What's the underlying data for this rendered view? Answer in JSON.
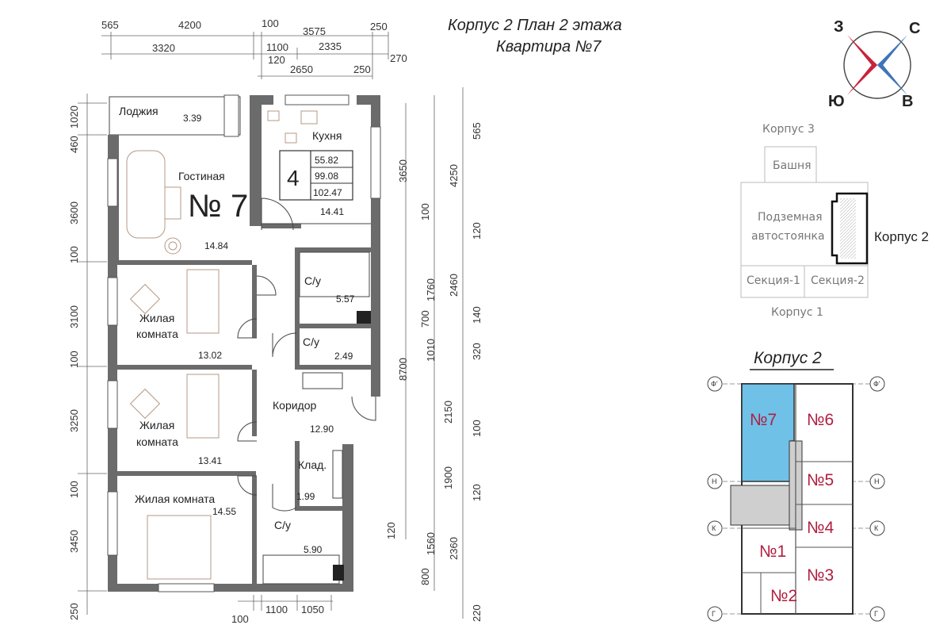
{
  "header": {
    "title_line1": "Корпус 2   План 2 этажа",
    "title_line2": "Квартира №7"
  },
  "apartment": {
    "number_label": "№ 7",
    "rooms_count": "4",
    "areas": [
      "55.82",
      "99.08",
      "102.47"
    ]
  },
  "rooms": {
    "loggia": {
      "name": "Лоджия",
      "area": "3.39"
    },
    "kitchen": {
      "name": "Кухня",
      "area": "14.41"
    },
    "living": {
      "name": "Гостиная",
      "area": "14.84"
    },
    "bath1": {
      "name": "С/у",
      "area": "5.57"
    },
    "bath2": {
      "name": "С/у",
      "area": "2.49"
    },
    "bedroom1": {
      "name_line1": "Жилая",
      "name_line2": "комната",
      "area": "13.02"
    },
    "bedroom2": {
      "name_line1": "Жилая",
      "name_line2": "комната",
      "area": "13.41"
    },
    "bedroom3": {
      "name": "Жилая комната",
      "area": "14.55"
    },
    "corridor": {
      "name": "Коридор",
      "area": "12.90"
    },
    "storage": {
      "name": "Клад.",
      "area": "1.99"
    },
    "bath3": {
      "name": "С/у",
      "area": "5.90"
    }
  },
  "dimensions": {
    "top": [
      "565",
      "4200",
      "100",
      "3575",
      "250",
      "3320",
      "1100",
      "2335",
      "270",
      "120",
      "2650",
      "250"
    ],
    "bottom": [
      "100",
      "1100",
      "1050"
    ],
    "left": [
      "1020",
      "460",
      "3600",
      "100",
      "3100",
      "100",
      "3250",
      "100",
      "3450",
      "250"
    ],
    "right_inner": [
      "3650",
      "100",
      "1760",
      "700",
      "1010",
      "2150",
      "1900",
      "1560",
      "800"
    ],
    "right_middle": [
      "8700",
      "120"
    ],
    "right_outer": [
      "565",
      "4250",
      "120",
      "2460",
      "140",
      "320",
      "100",
      "120",
      "2360",
      "220"
    ]
  },
  "compass": {
    "labels": [
      "З",
      "С",
      "Ю",
      "В"
    ]
  },
  "keyplan": {
    "top_label": "Корпус 3",
    "tower": "Башня",
    "parking_line1": "Подземная",
    "parking_line2": "автостоянка",
    "current_building": "Корпус 2",
    "section1": "Секция-1",
    "section2": "Секция-2",
    "bottom_label": "Корпус 1"
  },
  "floorplan": {
    "title": "Корпус 2",
    "axes": [
      "Ф'",
      "Ф'",
      "Н",
      "Н",
      "К",
      "К",
      "Г",
      "Г"
    ],
    "apartments": [
      "№7",
      "№6",
      "№5",
      "№4",
      "№1",
      "№3",
      "№2"
    ],
    "highlight_color": "#6fc1e8",
    "accent_color": "#b02040"
  }
}
